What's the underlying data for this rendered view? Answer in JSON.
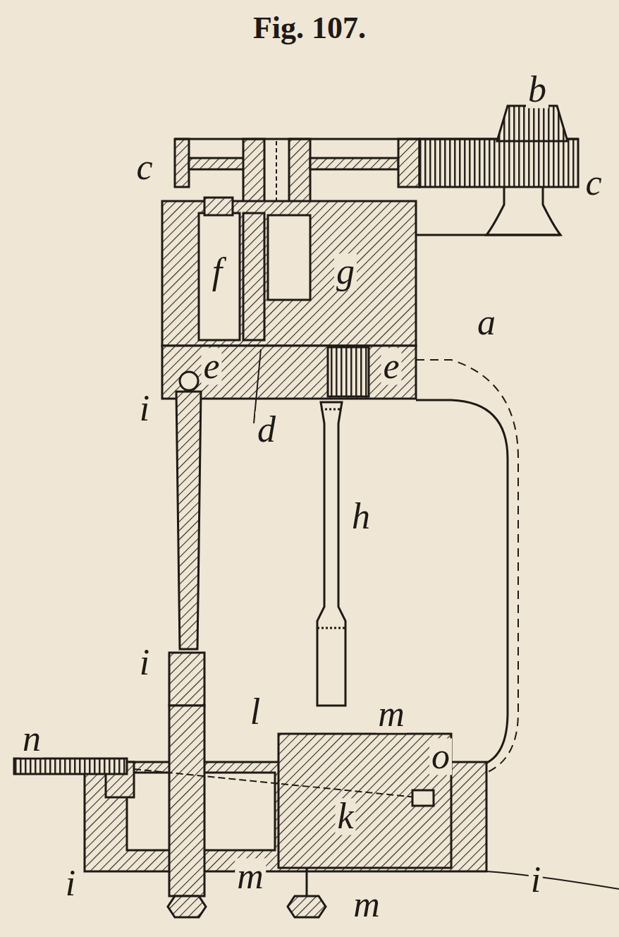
{
  "diagram": {
    "title": "Fig. 107.",
    "labels": [
      "b",
      "c",
      "c",
      "f",
      "g",
      "a",
      "e",
      "e",
      "i",
      "d",
      "h",
      "i",
      "l",
      "m",
      "n",
      "o",
      "k",
      "i",
      "m",
      "i",
      "m"
    ]
  }
}
